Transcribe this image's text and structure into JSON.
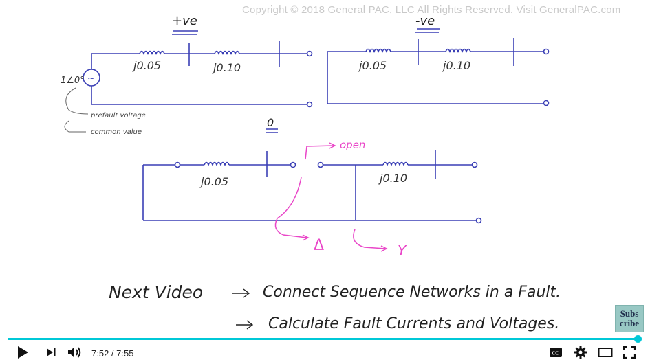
{
  "copyright": "Copyright © 2018 General PAC, LLC All Rights Reserved. Visit GeneralPAC.com",
  "whiteboard": {
    "positive_label": "+ve",
    "negative_label": "-ve",
    "zero_label": "0",
    "source_label": "1∠0°",
    "source_symbol": "~",
    "prefault_note": "prefault voltage",
    "common_note": "common value",
    "pos_imp_1": "j0.05",
    "pos_imp_2": "j0.10",
    "neg_imp_1": "j0.05",
    "neg_imp_2": "j0.10",
    "zero_imp_1": "j0.05",
    "zero_imp_2": "j0.10",
    "open_note": "open",
    "delta_note": "Δ",
    "wye_note": "Y",
    "next_video_title": "Next Video",
    "next_item_1": "Connect Sequence Networks in a Fault.",
    "next_item_2": "Calculate Fault Currents and Voltages.",
    "arrow": "→"
  },
  "subscribe": {
    "line1": "Subs",
    "line2": "cribe"
  },
  "player": {
    "current_time": "7:52",
    "separator": "/",
    "duration": "7:55",
    "time_display": "7:52 / 7:55",
    "progress_fraction": 0.9937,
    "accent_color": "#00c8d7",
    "ink_color": "#3a3fb5",
    "pink_color": "#e946c8",
    "icons": [
      "play-icon",
      "next-icon",
      "volume-icon",
      "captions-icon",
      "settings-icon",
      "theater-icon",
      "fullscreen-icon"
    ]
  }
}
